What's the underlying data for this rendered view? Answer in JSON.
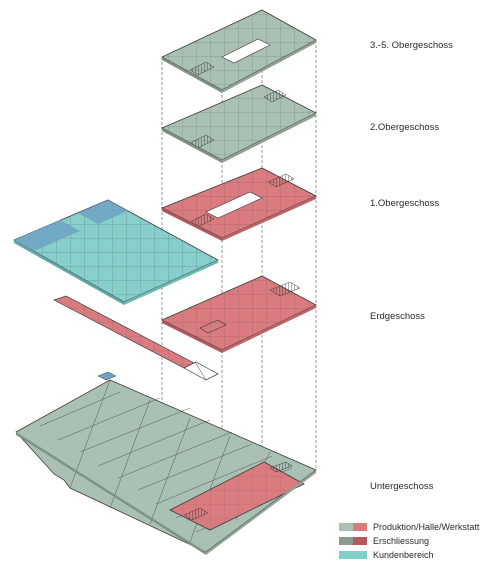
{
  "floors": {
    "obergeschoss_3_5": "3.-5. Obergeschoss",
    "obergeschoss_2": "2.Obergeschoss",
    "obergeschoss_1": "1.Obergeschoss",
    "erdgeschoss": "Erdgeschoss",
    "untergeschoss": "Untergeschoss"
  },
  "legend": {
    "items": [
      {
        "label": "Produktion/Halle/Werkstatt",
        "colors": [
          "#a9c0b2",
          "#d97b7f"
        ]
      },
      {
        "label": "Erschliessung",
        "colors": [
          "#8b9a90",
          "#b25a5f"
        ]
      },
      {
        "label": "Kundenbereich",
        "colors": [
          "#7fcfcb",
          "#7fcfcb"
        ]
      }
    ]
  },
  "colors": {
    "green_floor": "#a9c0b2",
    "red_floor": "#d97b7f",
    "cyan_floor": "#86cfca",
    "blue_accent": "#6fa3c6",
    "line": "#3c3c3c",
    "dashed": "#555555"
  }
}
